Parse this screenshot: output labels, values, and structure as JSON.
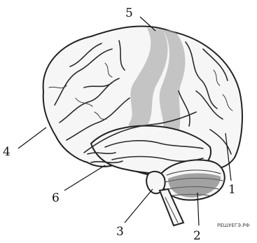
{
  "labels": {
    "l1": "1",
    "l2": "2",
    "l3": "3",
    "l4": "4",
    "l5": "5",
    "l6": "6"
  },
  "watermark": "РЕШУЕГЭ.РФ"
}
